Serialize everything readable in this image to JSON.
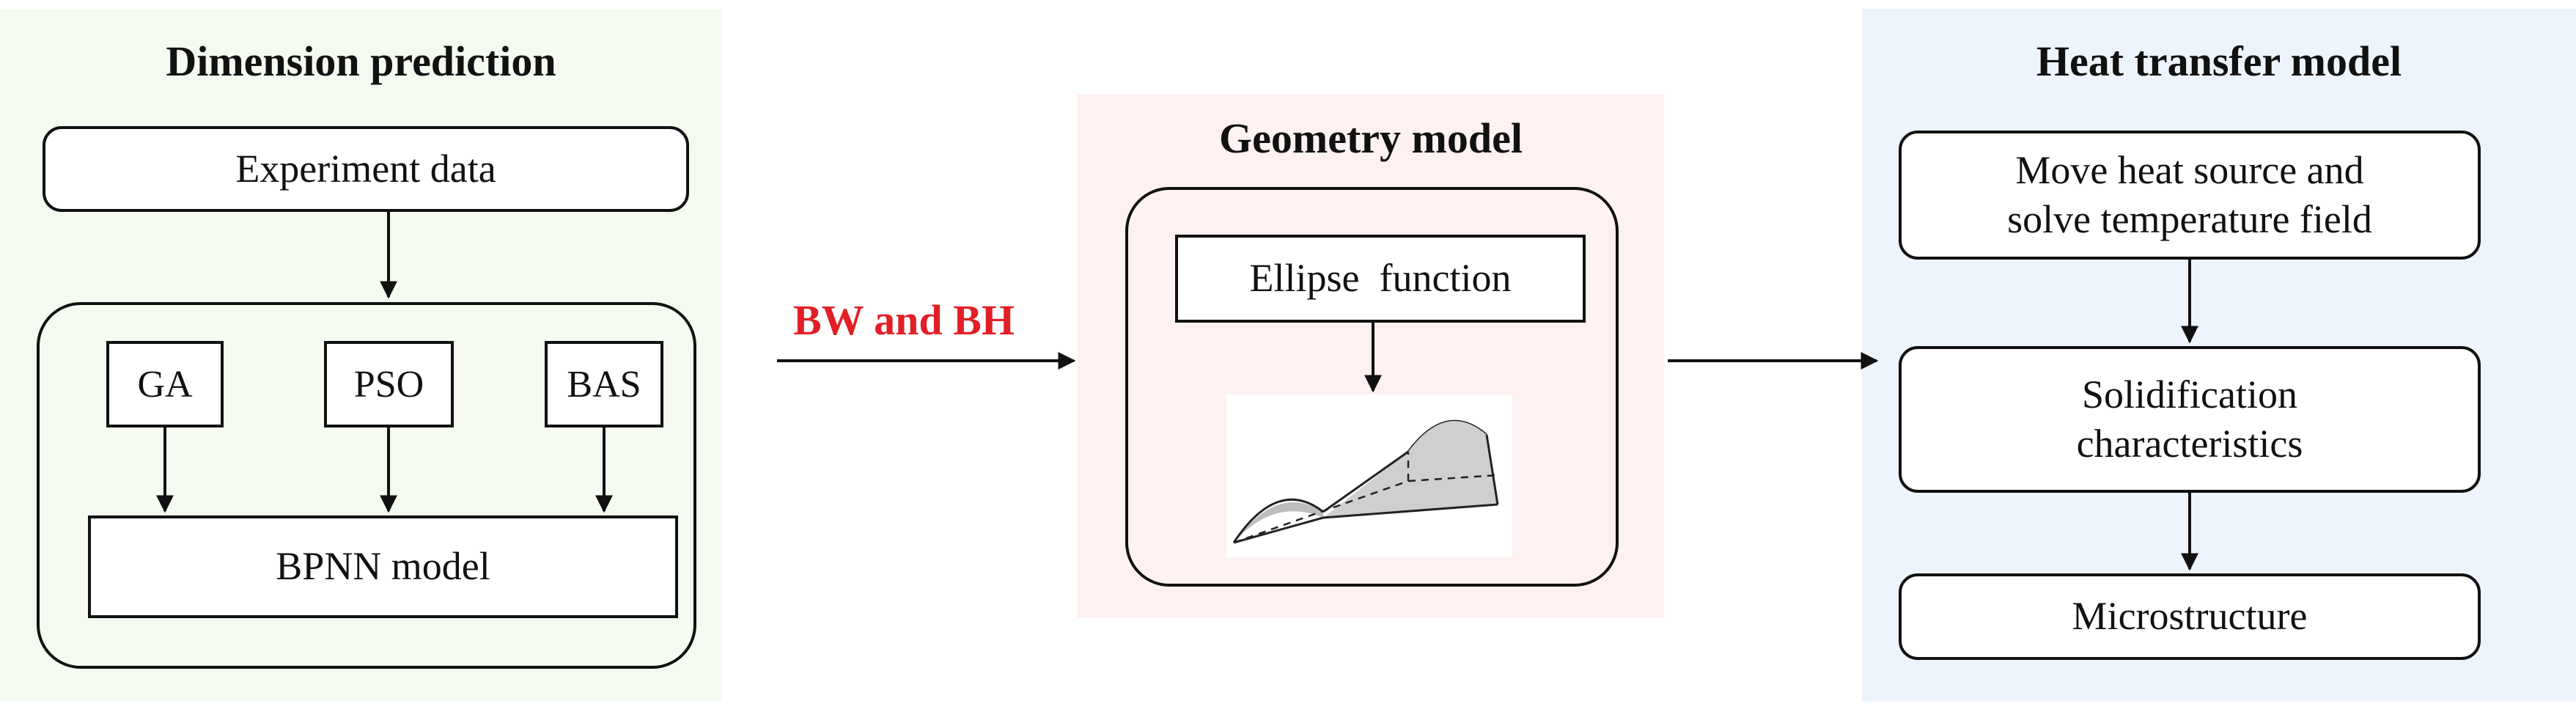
{
  "colors": {
    "dimension_panel_bg": "#f4faf0",
    "geometry_panel_bg": "#fdf1f1",
    "heat_panel_bg": "#eef4fc",
    "arrow": "#111111",
    "highlight_text": "#e21f26"
  },
  "dimension_prediction": {
    "title": "Dimension prediction",
    "experiment_data": "Experiment data",
    "algorithms": [
      "GA",
      "PSO",
      "BAS"
    ],
    "bpnn_model": "BPNN model"
  },
  "connector_label": "BW and BH",
  "geometry_model": {
    "title": "Geometry model",
    "function_label": "Ellipse  function",
    "shape_icon": "ellipse-bead-icon"
  },
  "heat_transfer_model": {
    "title": "Heat transfer model",
    "steps": [
      "Move heat source and\nsolve temperature field",
      "Solidification\ncharacteristics",
      "Microstructure"
    ]
  }
}
